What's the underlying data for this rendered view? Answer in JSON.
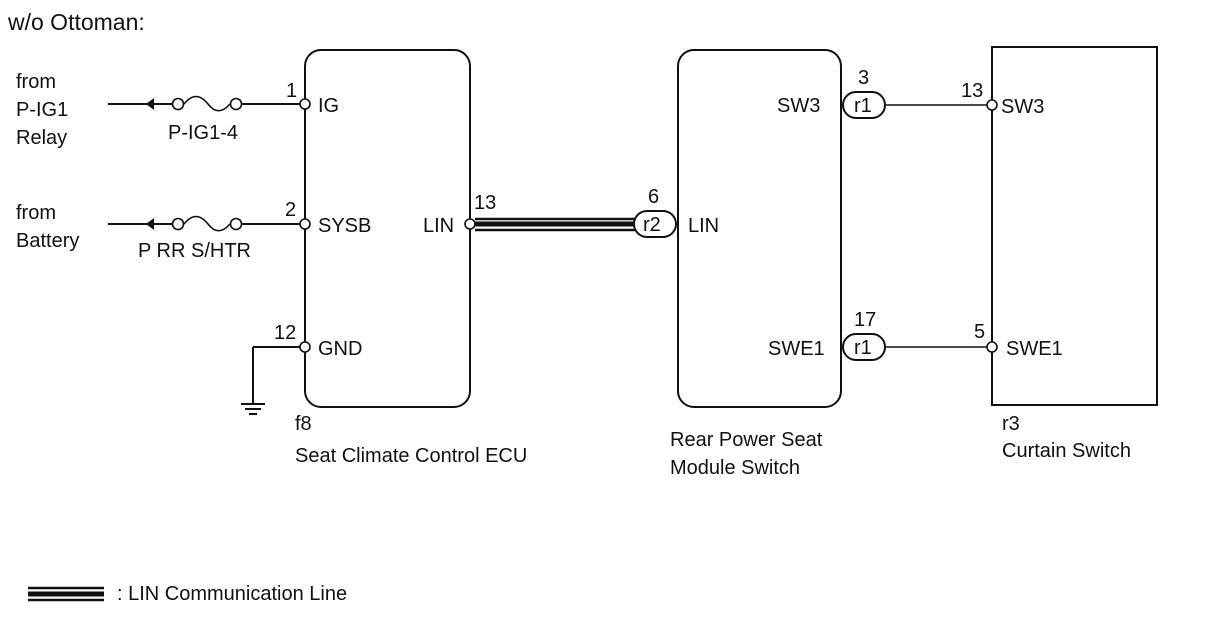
{
  "title": "w/o Ottoman:",
  "inputs": {
    "pig1": {
      "lines": [
        "from",
        "P-IG1",
        "Relay"
      ],
      "fuse": "P-IG1-4"
    },
    "battery": {
      "lines": [
        "from",
        "Battery"
      ],
      "fuse": "P RR S/HTR"
    }
  },
  "ecu": {
    "code": "f8",
    "name": "Seat Climate Control ECU",
    "pins": {
      "ig": {
        "num": "1",
        "label": "IG"
      },
      "sysb": {
        "num": "2",
        "label": "SYSB"
      },
      "gnd": {
        "num": "12",
        "label": "GND"
      },
      "lin": {
        "num": "13",
        "label": "LIN"
      }
    }
  },
  "module": {
    "name_line1": "Rear Power Seat",
    "name_line2": "Module Switch",
    "pins": {
      "lin": {
        "num": "6",
        "label": "LIN",
        "connector": "r2"
      },
      "sw3": {
        "num": "3",
        "label": "SW3",
        "connector": "r1"
      },
      "swe1": {
        "num": "17",
        "label": "SWE1",
        "connector": "r1"
      }
    }
  },
  "curtain": {
    "code": "r3",
    "name": "Curtain Switch",
    "pins": {
      "sw3": {
        "num": "13",
        "label": "SW3"
      },
      "swe1": {
        "num": "5",
        "label": "SWE1"
      }
    }
  },
  "legend": {
    "text": ": LIN Communication Line"
  }
}
